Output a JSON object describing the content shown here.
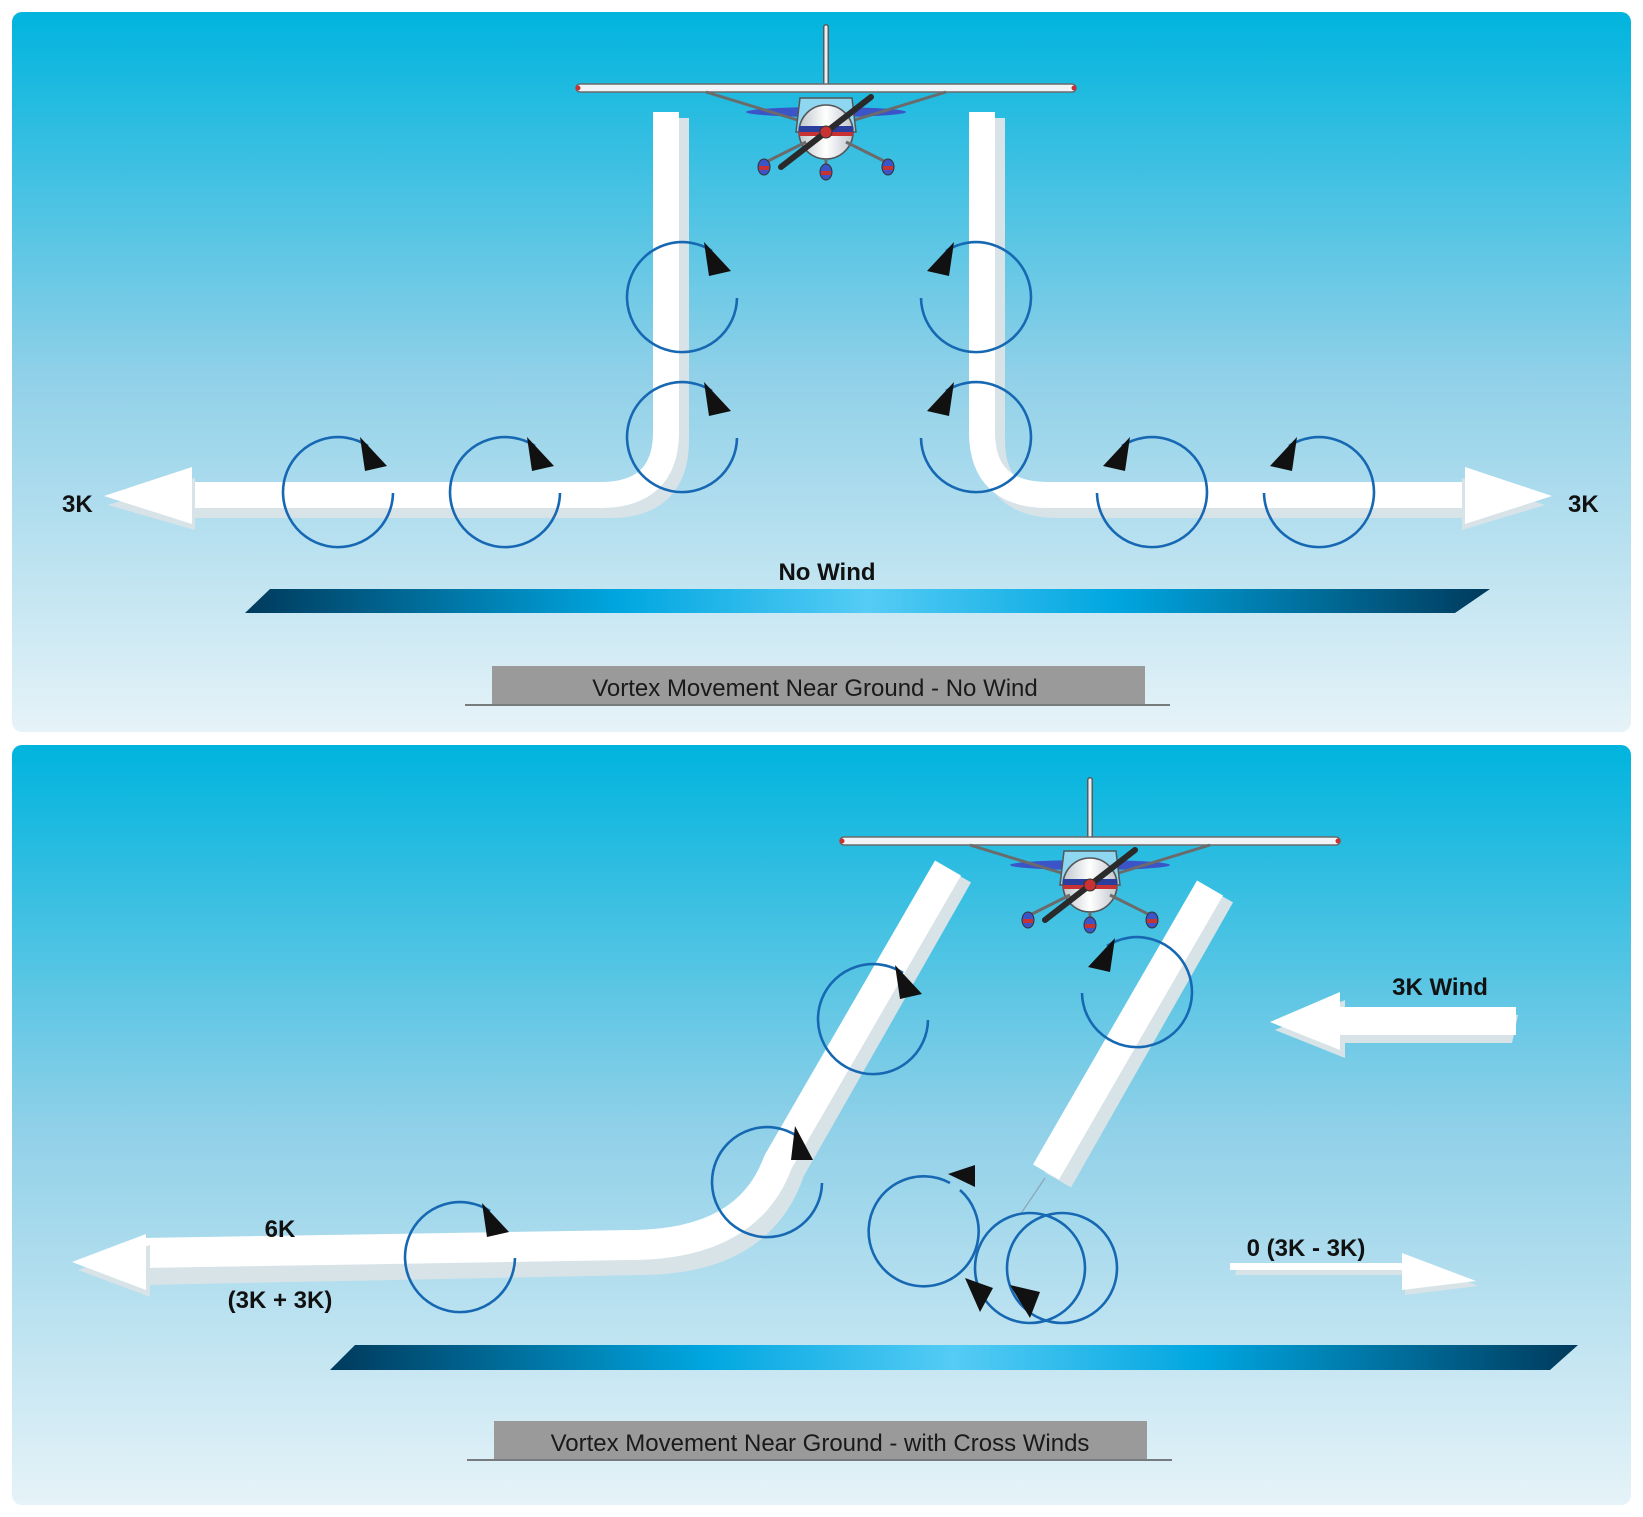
{
  "panels": [
    {
      "caption": "Vortex Movement Near Ground - No Wind",
      "ground_label": "No Wind",
      "left_label": "3K",
      "right_label": "3K"
    },
    {
      "caption": "Vortex Movement Near Ground - with Cross Winds",
      "wind_label": "3K Wind",
      "left_speed": "6K",
      "left_sum": "(3K + 3K)",
      "right_label": "0 (3K - 3K)"
    }
  ],
  "colors": {
    "sky_top": "#00b4de",
    "sky_bottom": "#e6f3f8",
    "vortex": "#1768b3",
    "ground_dark": "#003a5c",
    "ground_light": "#55ccf5",
    "caption_box": "#9a9a9a"
  },
  "icons": [
    "airplane-icon",
    "vortex-icon",
    "arrow-icon"
  ]
}
